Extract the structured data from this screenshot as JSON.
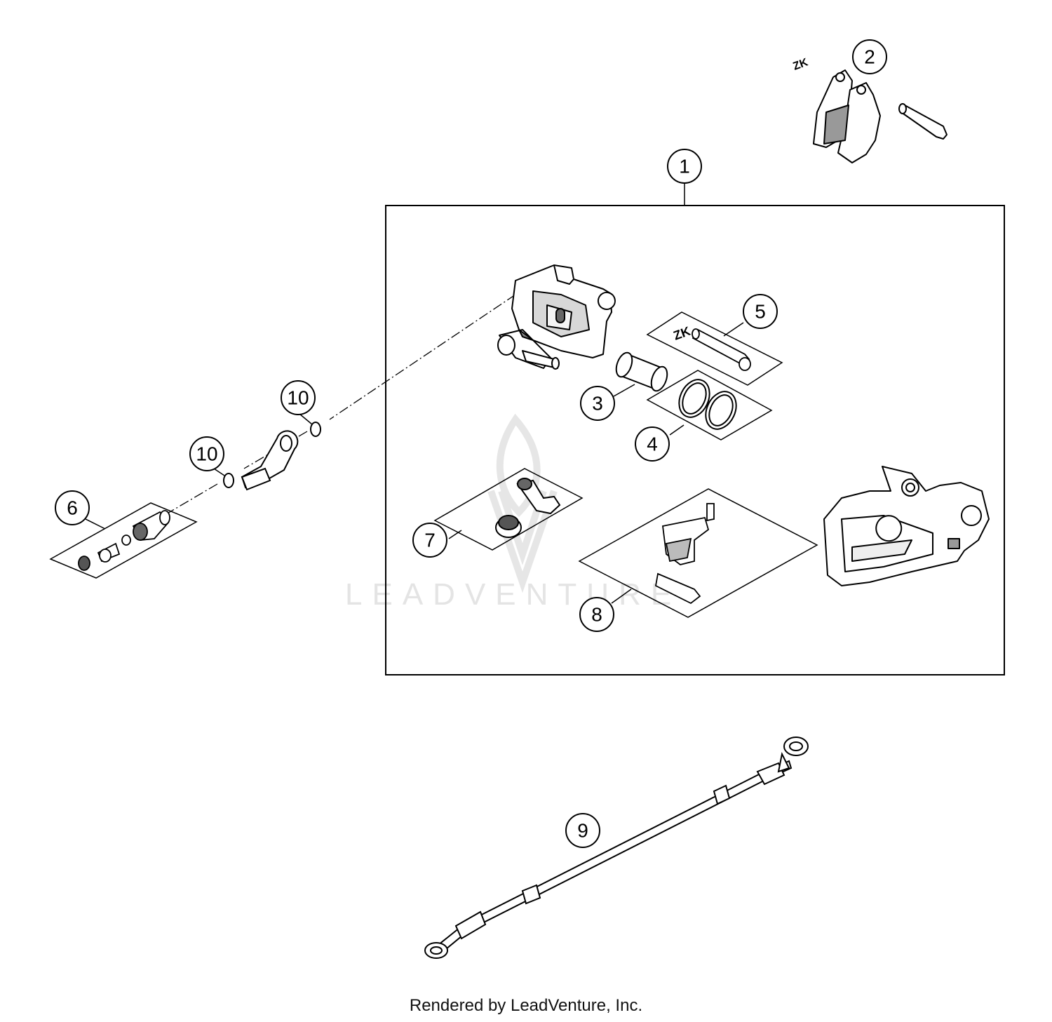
{
  "watermark": "LEADVENTURE",
  "credit": "Rendered by LeadVenture, Inc.",
  "callouts": {
    "c1": "1",
    "c2": "2",
    "c3": "3",
    "c4": "4",
    "c5": "5",
    "c6": "6",
    "c7": "7",
    "c8": "8",
    "c9": "9",
    "c10a": "10",
    "c10b": "10"
  },
  "decal_text": "ZK"
}
